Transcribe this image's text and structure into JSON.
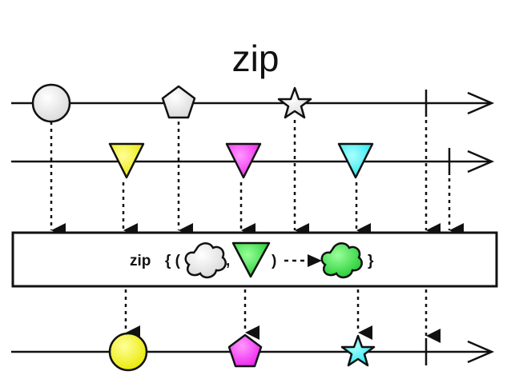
{
  "title": "zip",
  "operator": {
    "keyword": "zip",
    "open": "{ (",
    "comma": ",",
    "close_paren": ")",
    "close_brace": "}"
  },
  "colors": {
    "line": "#111111",
    "yellow": "#ffff00",
    "magenta": "#ff44ff",
    "cyan": "#44ffff",
    "green": "#33ee44",
    "white": "#ffffff"
  },
  "streams": {
    "top": [
      "white-circle",
      "white-pentagon",
      "white-star"
    ],
    "middle": [
      "yellow-triangle",
      "magenta-triangle",
      "cyan-triangle"
    ],
    "output": [
      "yellow-circle",
      "magenta-pentagon",
      "cyan-star"
    ]
  }
}
